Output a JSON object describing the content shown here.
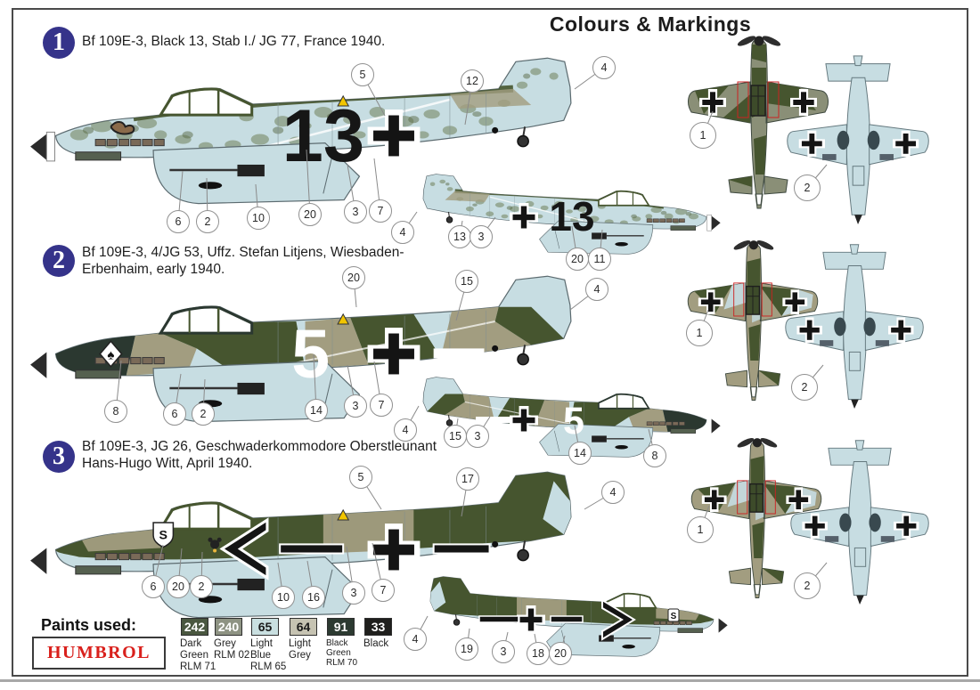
{
  "page": {
    "title": "Colours & Markings"
  },
  "schemes": [
    {
      "number": "1",
      "description": "Bf 109E-3, Black 13, Stab I./ JG 77, France 1940.",
      "fuselage_number": "13",
      "callouts": [
        "5",
        "12",
        "4",
        "6",
        "2",
        "10",
        "20",
        "3",
        "7"
      ],
      "callouts_secondary": [
        "4",
        "13",
        "3",
        "20",
        "11"
      ],
      "callouts_views": [
        "1",
        "2"
      ]
    },
    {
      "number": "2",
      "description": "Bf 109E-3, 4/JG 53, Uffz. Stefan Litjens, Wiesbaden-Erbenhaim, early 1940.",
      "fuselage_number": "5",
      "callouts": [
        "20",
        "15",
        "4",
        "8",
        "6",
        "2",
        "14",
        "3",
        "7"
      ],
      "callouts_secondary": [
        "4",
        "15",
        "3",
        "14",
        "8"
      ],
      "callouts_views": [
        "1",
        "2"
      ]
    },
    {
      "number": "3",
      "description": "Bf 109E-3, JG 26, Geschwaderkommodore Oberstleunant Hans-Hugo Witt, April 1940.",
      "fuselage_number": "",
      "callouts": [
        "5",
        "17",
        "4",
        "6",
        "20",
        "2",
        "10",
        "16",
        "3",
        "7"
      ],
      "callouts_secondary": [
        "4",
        "19",
        "3",
        "18",
        "20"
      ],
      "callouts_views": [
        "1",
        "2"
      ]
    }
  ],
  "paints": {
    "label": "Paints used:",
    "brand": "HUMBROL",
    "chips": [
      {
        "code": "242",
        "name": "Dark Green RLM 71",
        "hex": "#4a5740",
        "text": "#ffffff"
      },
      {
        "code": "240",
        "name": "Grey RLM 02",
        "hex": "#8e9383",
        "text": "#ffffff"
      },
      {
        "code": "65",
        "name": "Light Blue RLM 65",
        "hex": "#c9dfe0",
        "text": "#1a1a1a"
      },
      {
        "code": "64",
        "name": "Light Grey",
        "hex": "#c6c3b2",
        "text": "#1a1a1a"
      },
      {
        "code": "91",
        "name": "Black Green RLM 70",
        "hex": "#2c3a31",
        "text": "#ffffff"
      },
      {
        "code": "33",
        "name": "Black",
        "hex": "#1f1f1d",
        "text": "#ffffff"
      }
    ]
  },
  "colors": {
    "section_badge": "#35338a",
    "humbrol_red": "#d9201c",
    "light_blue": "#c7dde2",
    "mottle_green": "#6f7f5a",
    "mottle_green_dark": "#5a6a45",
    "dark_green": "#46552f",
    "grey_green": "#8a8f77",
    "tan": "#a29d80",
    "black_green": "#2b3830",
    "marking_black": "#141414",
    "outline": "#5c6b70"
  }
}
